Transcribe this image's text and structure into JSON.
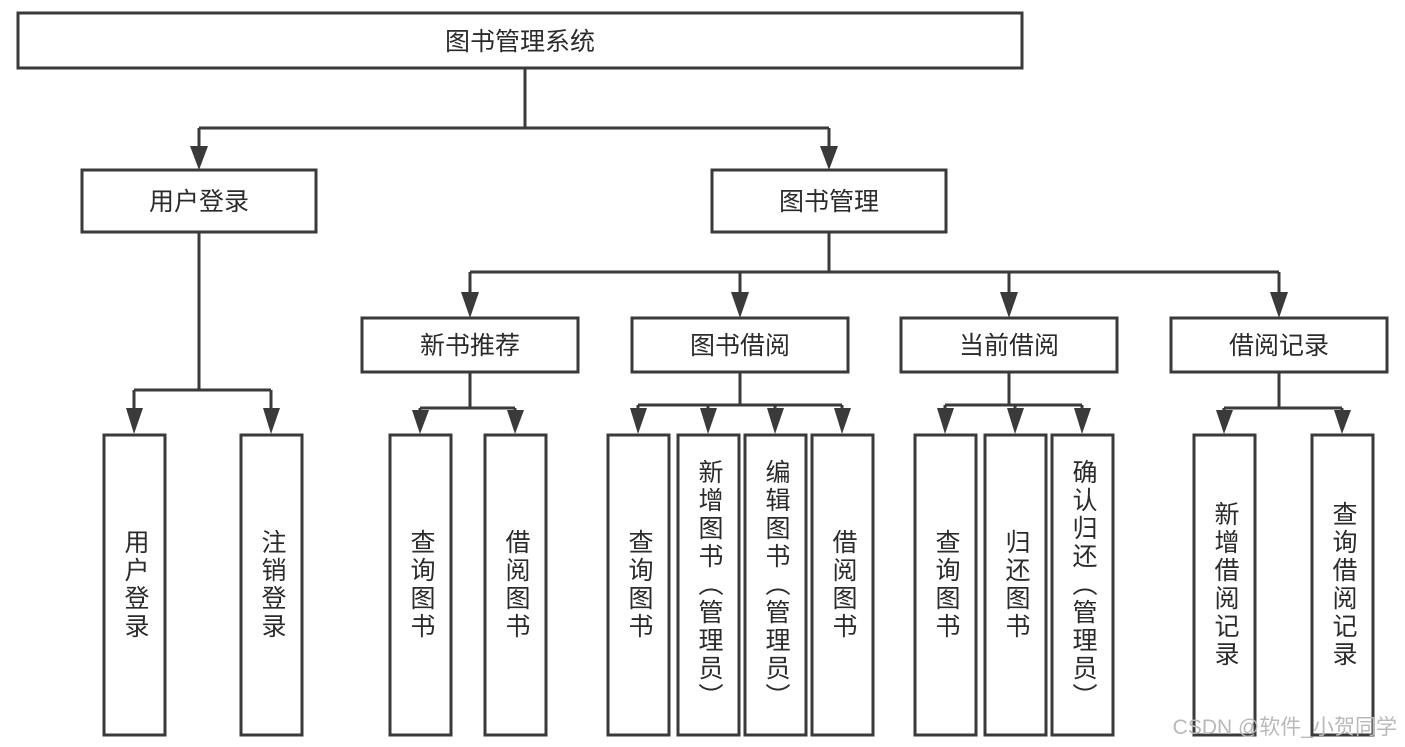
{
  "diagram": {
    "title": "图书管理系统",
    "type": "tree",
    "watermark": "CSDN @软件_小贺同学",
    "colors": {
      "stroke": "#3a3a3a",
      "box_fill": "#ffffff",
      "text": "#2b2b2b",
      "background": "#ffffff",
      "watermark": "#b9b9b9"
    },
    "levels": {
      "root": {
        "label": "图书管理系统"
      },
      "level2": [
        {
          "label": "用户登录"
        },
        {
          "label": "图书管理"
        }
      ],
      "level3": [
        {
          "label": "新书推荐"
        },
        {
          "label": "图书借阅"
        },
        {
          "label": "当前借阅"
        },
        {
          "label": "借阅记录"
        }
      ],
      "leaves": [
        {
          "label": "用户登录",
          "parent": "用户登录"
        },
        {
          "label": "注销登录",
          "parent": "用户登录"
        },
        {
          "label": "查询图书",
          "parent": "新书推荐"
        },
        {
          "label": "借阅图书",
          "parent": "新书推荐"
        },
        {
          "label": "查询图书",
          "parent": "图书借阅"
        },
        {
          "label": "新增图书（管理员）",
          "parent": "图书借阅"
        },
        {
          "label": "编辑图书（管理员）",
          "parent": "图书借阅"
        },
        {
          "label": "借阅图书",
          "parent": "图书借阅"
        },
        {
          "label": "查询图书",
          "parent": "当前借阅"
        },
        {
          "label": "归还图书",
          "parent": "当前借阅"
        },
        {
          "label": "确认归还（管理员）",
          "parent": "当前借阅"
        },
        {
          "label": "新增借阅记录",
          "parent": "借阅记录"
        },
        {
          "label": "查询借阅记录",
          "parent": "借阅记录"
        }
      ]
    }
  }
}
